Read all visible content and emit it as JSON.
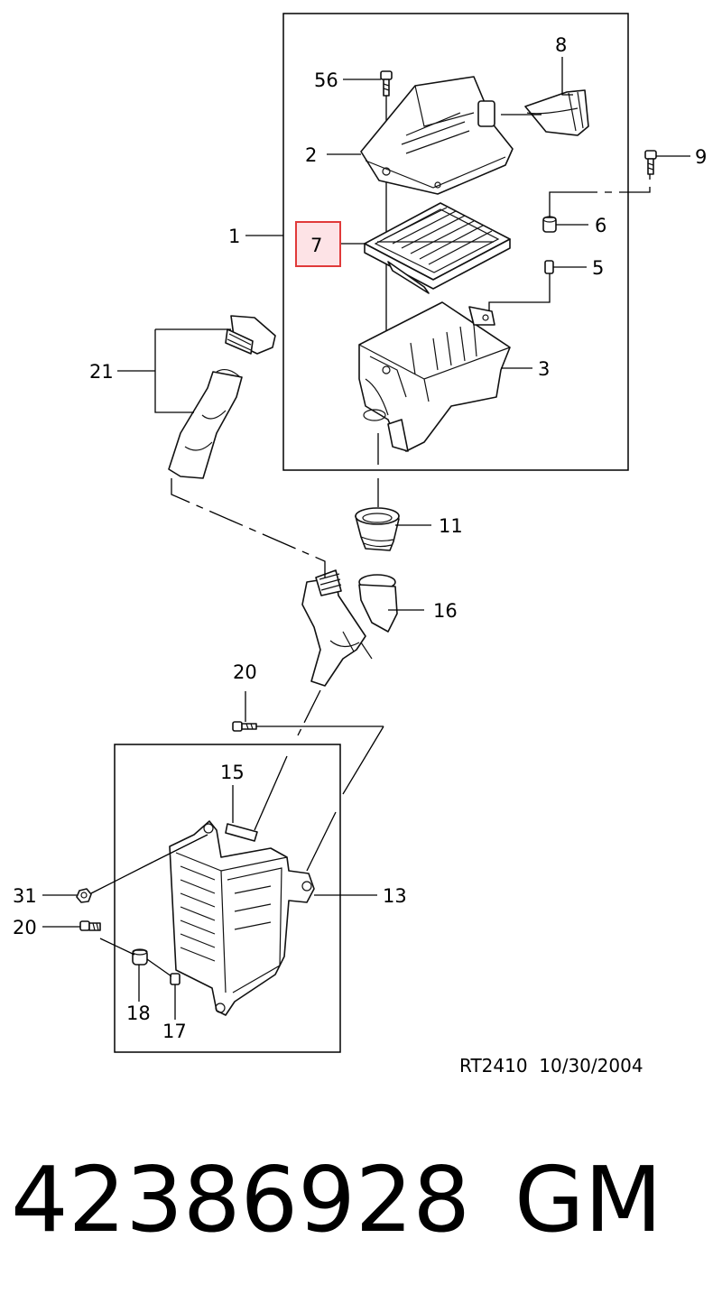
{
  "diagram": {
    "callouts": {
      "c56": "56",
      "c8": "8",
      "c2": "2",
      "c9": "9",
      "c1": "1",
      "c7": "7",
      "c6": "6",
      "c5": "5",
      "c21": "21",
      "c3": "3",
      "c11": "11",
      "c16": "16",
      "c20a": "20",
      "c15": "15",
      "c31": "31",
      "c13": "13",
      "c20b": "20",
      "c18": "18",
      "c17": "17"
    },
    "highlight_color": "#e03a3a",
    "highlight_fill": "#fde3e6",
    "reference": "RT2410  10/30/2004"
  },
  "part_number": "42386928",
  "brand": "GM"
}
